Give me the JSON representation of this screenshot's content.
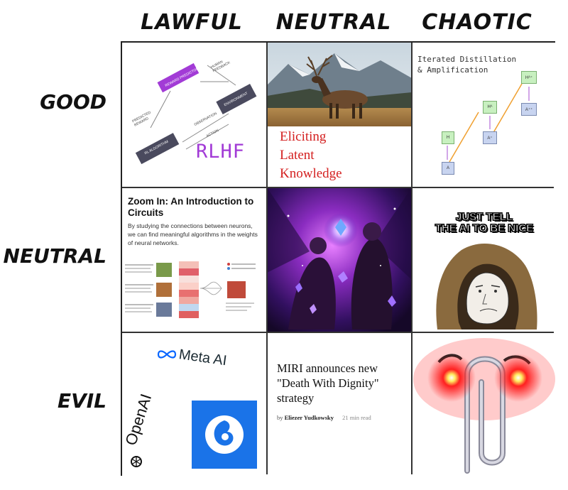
{
  "columns": [
    "LAWFUL",
    "NEUTRAL",
    "CHAOTIC"
  ],
  "rows": [
    "GOOD",
    "NEUTRAL",
    "EVIL"
  ],
  "lawful_good": {
    "title": "RLHF",
    "reward_predictor": "REWARD PREDICTOR",
    "rl_algorithm": "RL ALGORITHM",
    "environment": "ENVIRONMENT",
    "human_feedback": "HUMAN FEEDBACK",
    "predicted_reward": "PREDICTED REWARD",
    "observation": "OBSERVATION",
    "action": "ACTION"
  },
  "neutral_good": {
    "line1": "Eliciting",
    "line2": "Latent",
    "line3": "Knowledge"
  },
  "chaotic_good": {
    "title_line1": "Iterated Distillation",
    "title_line2": "& Amplification",
    "h": "H",
    "a": "A",
    "hp1": "Hᴬ",
    "a1": "A⁺",
    "hp2": "Hᴬ⁺",
    "a2": "A⁺⁺"
  },
  "lawful_neutral": {
    "title": "Zoom In: An Introduction to Circuits",
    "description": "By studying the connections between neurons, we can find meaningful algorithms in the weights of neural networks."
  },
  "chaotic_neutral": {
    "meme_line1": "JUST TELL",
    "meme_line2": "THE AI TO BE NICE"
  },
  "lawful_evil": {
    "meta": "Meta AI",
    "openai": "OpenAI"
  },
  "neutral_evil": {
    "headline": "MIRI announces new \"Death With Dignity\" strategy",
    "byline_prefix": "by",
    "author": "Eliezer Yudkowsky",
    "read_time": "21 min read"
  },
  "colors": {
    "purple": "#a23bd6",
    "dark_box": "#4a4a5e",
    "elk_red": "#d42020",
    "ida_green": "#c8f0c0",
    "ida_blue": "#c8d4f0",
    "meta_blue": "#0866ff",
    "deepmind_blue": "#1a73e8"
  }
}
